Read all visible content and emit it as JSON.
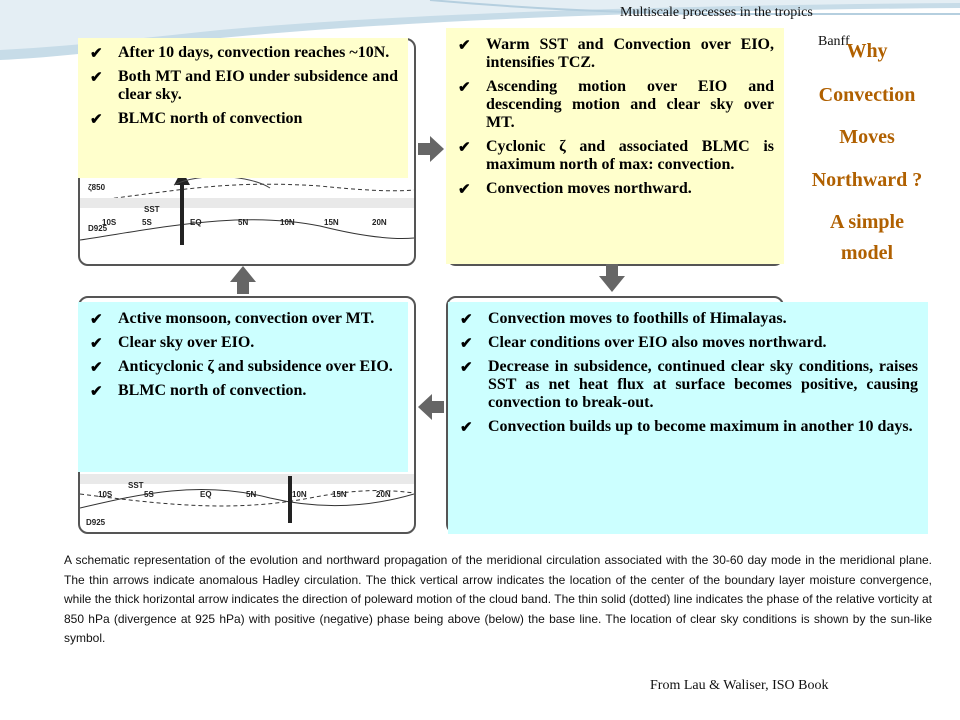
{
  "header": {
    "title": "Multiscale processes in the tropics",
    "location": "Banff"
  },
  "side_title": [
    "Why",
    "Convection",
    "Moves",
    "Northward ?",
    "A simple",
    "model"
  ],
  "panels": {
    "top_left": [
      "After 10 days, convection reaches ~10N.",
      "Both MT and EIO under subsidence and clear sky.",
      "BLMC north of convection"
    ],
    "top_right": [
      "Warm SST and Convection over EIO, intensifies TCZ.",
      "Ascending motion over EIO and descending motion and clear sky over MT.",
      "Cyclonic ζ and associated BLMC is maximum north of max: convection.",
      "Convection moves northward."
    ],
    "bottom_left": [
      "Active monsoon, convection over MT.",
      "Clear sky over EIO.",
      "Anticyclonic ζ and subsidence over EIO.",
      "BLMC north of convection."
    ],
    "bottom_right": [
      "Convection moves to foothills of Himalayas.",
      "Clear conditions over EIO also moves northward.",
      "Decrease in subsidence, continued clear sky conditions, raises SST as net heat flux at surface becomes positive, causing convection to break-out.",
      "Convection builds up to become maximum in another 10 days."
    ]
  },
  "diagram_labels": {
    "sst": "SST",
    "d925": "D925",
    "z850": "ζ850",
    "lat_top": [
      "10S",
      "5S",
      "EQ",
      "5N",
      "10N",
      "15N",
      "20N"
    ],
    "lat_bottom": [
      "10S",
      "5S",
      "EQ",
      "5N",
      "10N",
      "15N",
      "20N"
    ]
  },
  "caption": "A schematic representation of the evolution and northward propagation of the meridional circulation associated with the 30-60 day mode in the meridional plane. The thin arrows indicate anomalous Hadley circulation. The thick vertical arrow indicates the location of the center of the boundary layer moisture convergence, while the thick horizontal arrow indicates the direction of poleward motion of the cloud band. The thin solid (dotted) line indicates the phase of the relative vorticity at 850 hPa (divergence at 925 hPa) with positive (negative) phase being above (below) the base line. The location of clear sky conditions is shown by the sun-like symbol.",
  "credit": "From Lau & Waliser, ISO Book"
}
